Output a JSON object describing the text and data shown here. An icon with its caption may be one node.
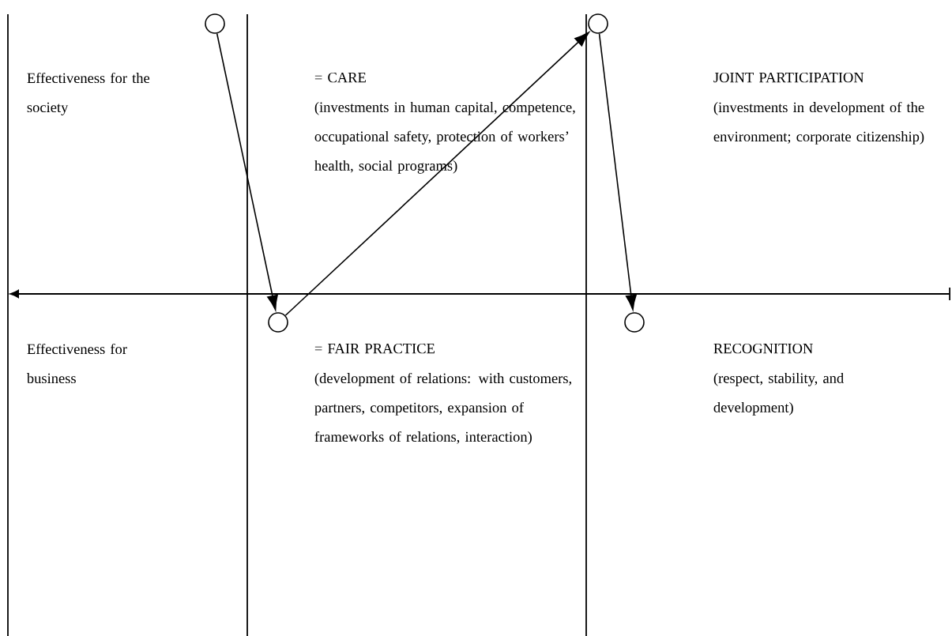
{
  "diagram": {
    "nodes": [
      {
        "text": [],
        "shape": "circle"
      },
      {
        "text": [],
        "shape": "circle"
      },
      {
        "text": [],
        "shape": "circle"
      },
      {
        "text": [],
        "shape": "circle"
      }
    ],
    "edges": [
      {
        "from": 0,
        "to": 1,
        "arrow": "to"
      },
      {
        "from": 1,
        "to": 2,
        "arrow": "to"
      },
      {
        "from": 2,
        "to": 3,
        "arrow": "to"
      }
    ],
    "labels": [
      "Effectiveness for the society",
      "= CARE",
      "(investments in human capital, competence, occupational safety, protection of workers’ health, social programs)",
      "JOINT PARTICIPATION",
      "(investments in development of the environment; corporate citizenship)",
      "Effectiveness for business",
      "= FAIR PRACTICE",
      "(development of relations: with customers, partners, competitors, expansion of frameworks of relations, interaction)",
      "RECOGNITION",
      "(respect, stability, and development)"
    ]
  }
}
